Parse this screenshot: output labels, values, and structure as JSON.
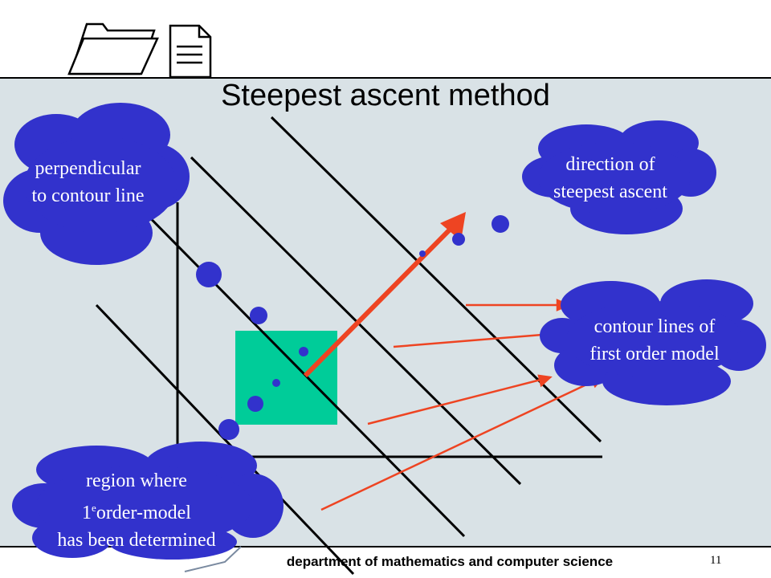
{
  "title": "Steepest ascent method",
  "footer": "department of mathematics and computer science",
  "page_number": "11",
  "colors": {
    "background": "#d9e2e6",
    "cloud": "#3232cc",
    "region": "#00cc99",
    "arrow": "#ee4422",
    "dot": "#3232cc",
    "line": "#000000"
  },
  "icons": [
    "folder-icon",
    "document-icon"
  ],
  "callouts": {
    "perpendicular": {
      "line1": "perpendicular",
      "line2": "to contour line"
    },
    "direction": {
      "line1": "direction of",
      "line2": "steepest ascent"
    },
    "contour": {
      "line1": "contour lines of",
      "line2": "first order model"
    },
    "region": {
      "line1": "region where",
      "line2_prefix": "1",
      "line2_sup": "e",
      "line2_suffix": "order-model",
      "line3": "has been determined"
    }
  }
}
